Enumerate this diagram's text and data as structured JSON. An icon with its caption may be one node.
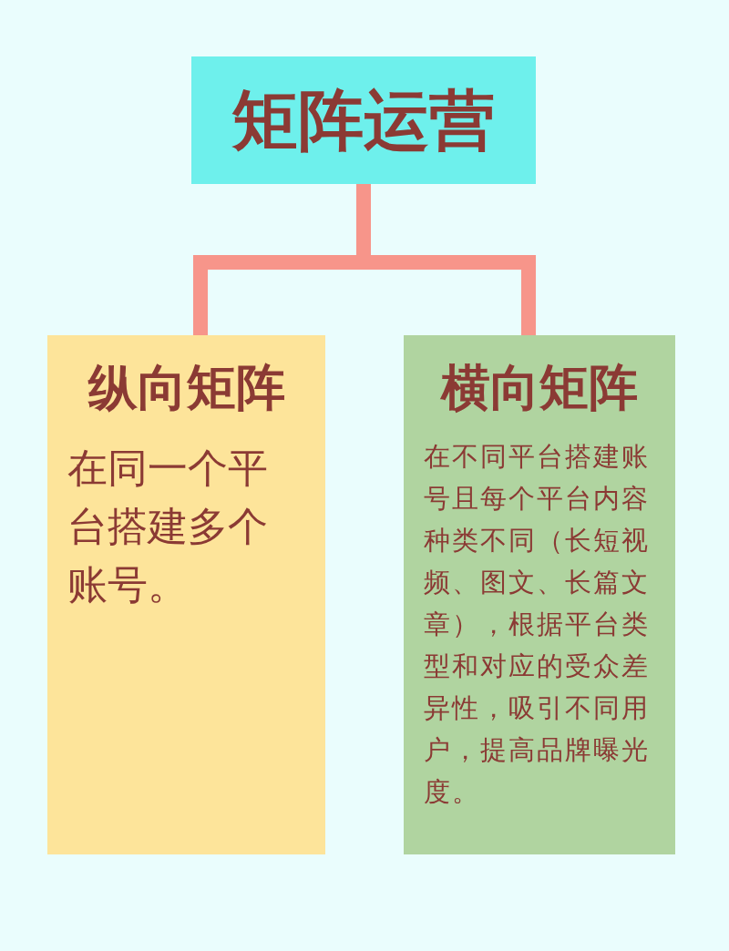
{
  "diagram": {
    "nodes": [
      {
        "text": [
          "矩阵运营"
        ]
      },
      {
        "text": [
          "纵向矩阵",
          "在同一个平台搭建多个账号。"
        ]
      },
      {
        "text": [
          "横向矩阵",
          "在不同平台搭建账号且每个平台内容种类不同（长短视频、图文、长篇文章），根据平台类型和对应的受众差异性，吸引不同用户，提高品牌曝光度。"
        ]
      }
    ],
    "edges": [
      {
        "from": 0,
        "to": 1,
        "arrow": "none"
      },
      {
        "from": 0,
        "to": 2,
        "arrow": "none"
      }
    ]
  }
}
